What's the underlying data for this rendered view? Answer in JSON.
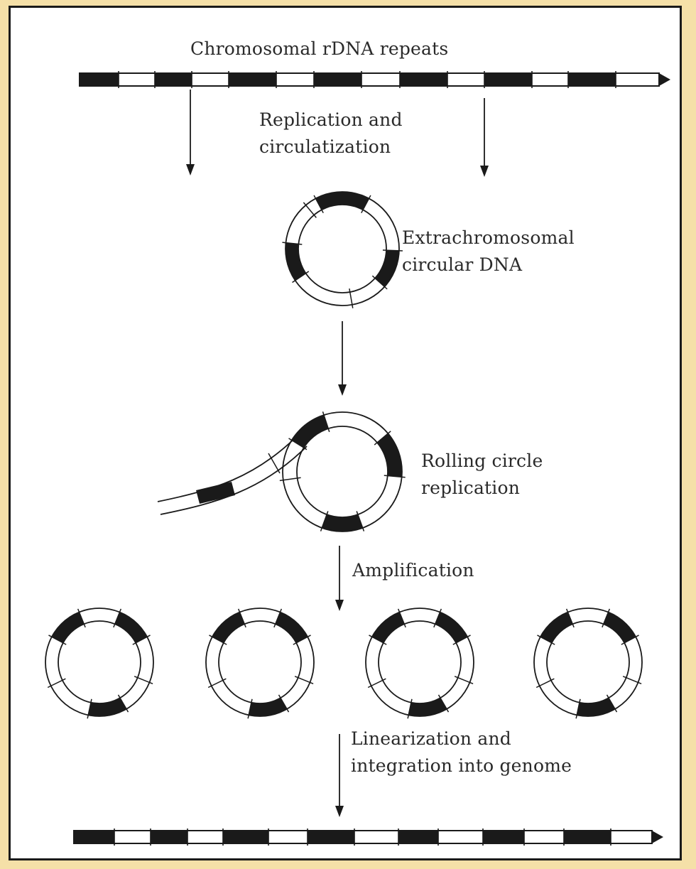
{
  "labels": {
    "top": "Chromosomal rDNA repeats",
    "step1_line1": "Replication and",
    "step1_line2": "circulatization",
    "ecdna_line1": "Extrachromosomal",
    "ecdna_line2": "circular DNA",
    "rolling_line1": "Rolling circle",
    "rolling_line2": "replication",
    "amplification": "Amplification",
    "final_line1": "Linearization and",
    "final_line2": "integration into genome"
  },
  "colors": {
    "frame": "#f5e0a8",
    "panel": "#ffffff",
    "ink": "#1a1a1a"
  }
}
